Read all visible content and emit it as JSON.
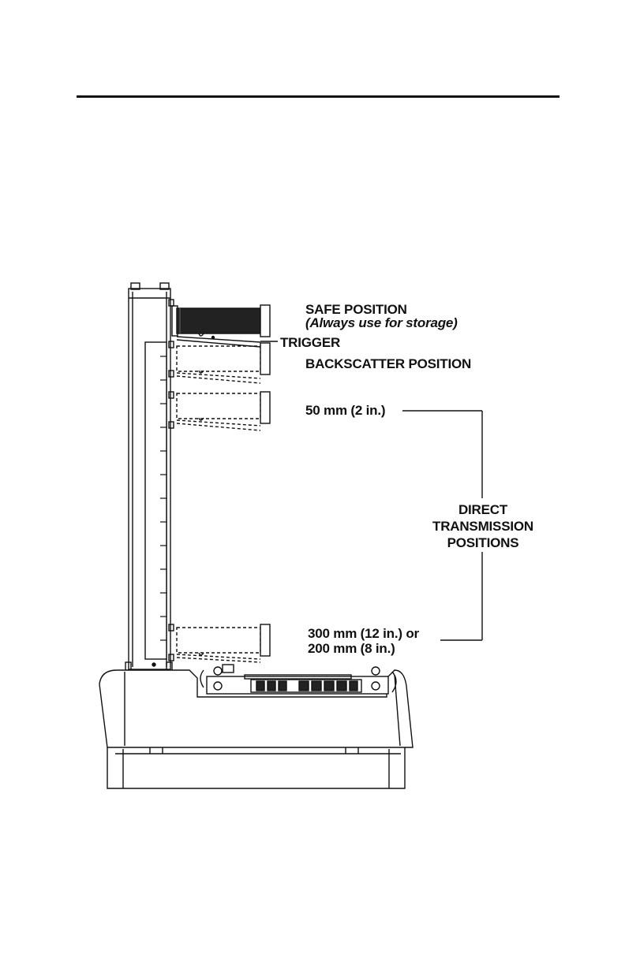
{
  "diagram": {
    "labels": {
      "safe_position": "SAFE POSITION",
      "safe_note": "(Always use for storage)",
      "trigger": "TRIGGER",
      "backscatter": "BACKSCATTER POSITION",
      "pos_50": "50 mm (2 in.)",
      "direct_1": "DIRECT",
      "direct_2": "TRANSMISSION",
      "direct_3": "POSITIONS",
      "pos_300": "300 mm (12 in.) or",
      "pos_200": "200 mm (8 in.)"
    }
  }
}
